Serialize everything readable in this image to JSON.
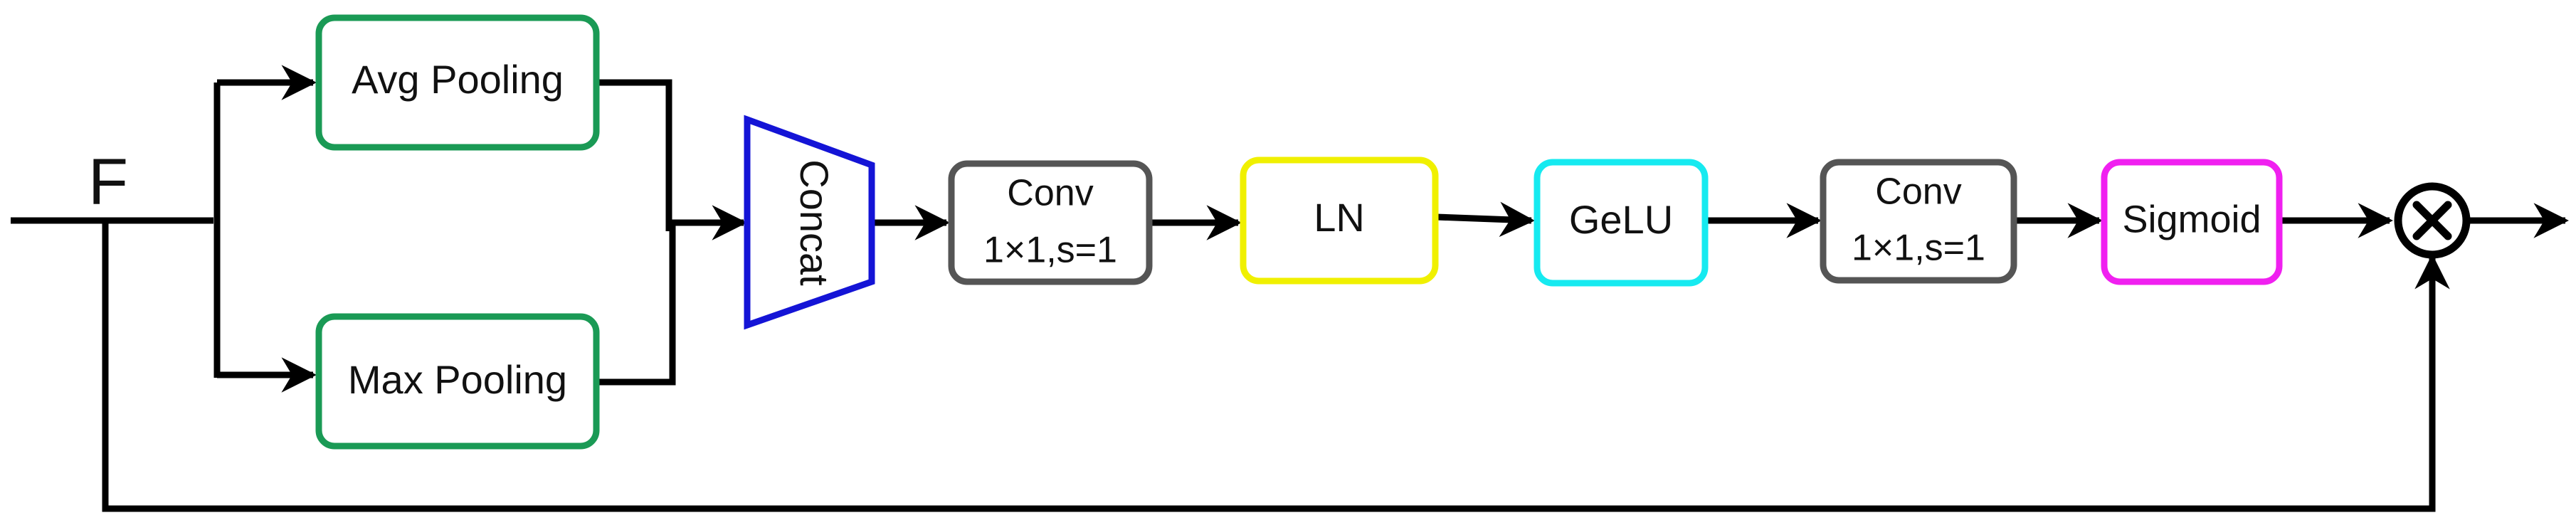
{
  "diagram": {
    "input_label": "F",
    "nodes": {
      "avg_pool": {
        "label": "Avg Pooling",
        "color": "#1a9a55"
      },
      "max_pool": {
        "label": "Max Pooling",
        "color": "#1a9a55"
      },
      "concat": {
        "label": "Concat",
        "color": "#1414d6"
      },
      "conv1": {
        "line1": "Conv",
        "line2": "1×1,s=1",
        "color": "#555555"
      },
      "ln": {
        "label": "LN",
        "color": "#f0f000"
      },
      "gelu": {
        "label": "GeLU",
        "color": "#16eaf0"
      },
      "conv2": {
        "line1": "Conv",
        "line2": "1×1,s=1",
        "color": "#555555"
      },
      "sigmoid": {
        "label": "Sigmoid",
        "color": "#f020f0"
      },
      "multiply": {
        "symbol": "⊗",
        "color": "#000000"
      }
    }
  }
}
